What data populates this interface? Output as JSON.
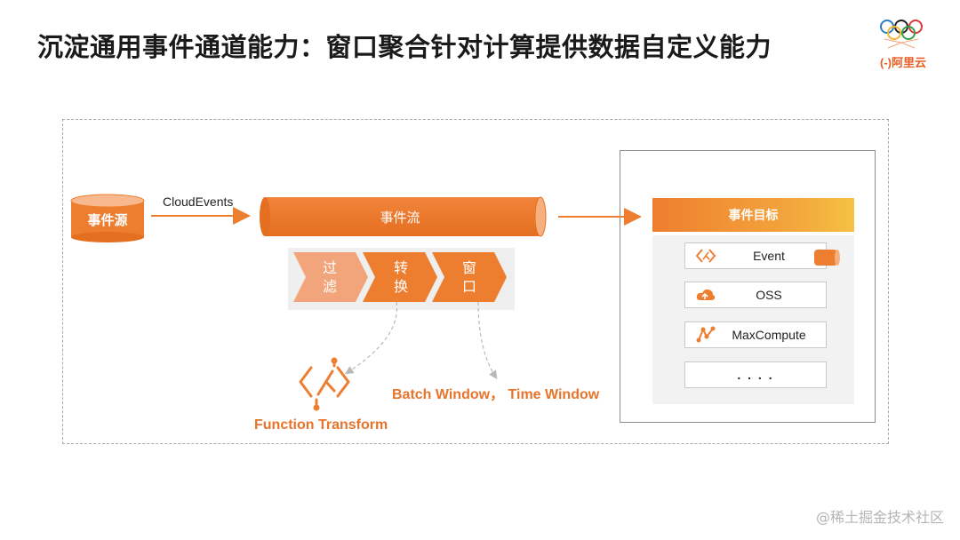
{
  "slide": {
    "title": "沉淀通用事件通道能力：窗口聚合针对计算提供数据自定义能力",
    "logo": {
      "brand_text": "(-)阿里云",
      "tagline": ""
    },
    "watermark": "@稀土掘金技术社区"
  },
  "diagram": {
    "source": {
      "label": "事件源"
    },
    "edge_label": "CloudEvents",
    "stream": {
      "label": "事件流"
    },
    "steps": [
      {
        "label": "过\n滤"
      },
      {
        "label": "转\n换"
      },
      {
        "label": "窗\n口"
      }
    ],
    "function_transform_label": "Function Transform",
    "window_label": "Batch Window， Time Window",
    "target": {
      "header": "事件目标",
      "items": [
        {
          "label": "Event",
          "icon": "event-bridge-icon"
        },
        {
          "label": "OSS",
          "icon": "cloud-storage-icon"
        },
        {
          "label": "MaxCompute",
          "icon": "maxcompute-icon"
        },
        {
          "label": ". . . .",
          "icon": ""
        }
      ]
    }
  },
  "colors": {
    "accent": "#ee7e2f",
    "accent_dark": "#e8742c",
    "accent_light": "#f6c144",
    "step_light": "#f2a57a",
    "grey_line": "#a9a9a9"
  }
}
